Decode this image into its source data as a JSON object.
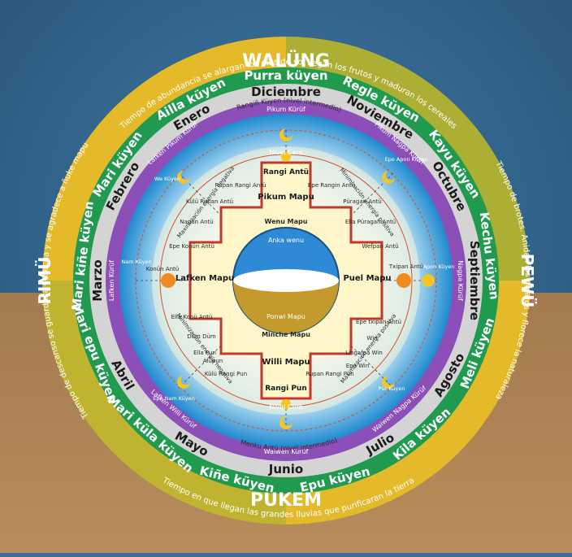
{
  "seasons": {
    "north": "WALÜNG",
    "east": "PEWÜ",
    "south": "PUKEM",
    "west": "RIMÜ"
  },
  "season_descriptions": {
    "north": "Tiempo de abundancia se alargan los días de sol llegan los frutos y maduran los cereales",
    "east": "Tiempo de brotes. Anidan los pájaros y florece la naturaleza",
    "south": "Tiempo en que llegan las grandes lluvias que purificaran la tierra",
    "west": "Tiempo de descanso se guarda la cosecha y se agradece a ñuke mapu"
  },
  "moons_kuyen": [
    {
      "label": "Purra küyen"
    },
    {
      "label": "Regle küyen"
    },
    {
      "label": "Kayu küyen"
    },
    {
      "label": "Kechu küyen"
    },
    {
      "label": "Meli küyen"
    },
    {
      "label": "Kila küyen"
    },
    {
      "label": "Epu küyen"
    },
    {
      "label": "Kiñe küyen"
    },
    {
      "label": "Mari küla küyen"
    },
    {
      "label": "Mari epu küyen"
    },
    {
      "label": "Mari kiñe küyen"
    },
    {
      "label": "Mari küyen"
    },
    {
      "label": "Ailla küyen"
    }
  ],
  "months": [
    {
      "label": "Diciembre"
    },
    {
      "label": "Noviembre"
    },
    {
      "label": "Octubre"
    },
    {
      "label": "Septiembre"
    },
    {
      "label": "Agosto"
    },
    {
      "label": "Julio"
    },
    {
      "label": "Junio"
    },
    {
      "label": "Mayo"
    },
    {
      "label": "Abril"
    },
    {
      "label": "Marzo"
    },
    {
      "label": "Febrero"
    },
    {
      "label": "Enero"
    }
  ],
  "kurufs": {
    "north": "Pikum Kürüf",
    "east": "Nagpa Kürüf",
    "south": "Waiwen Kürüf",
    "west": "Lafken Kürüf",
    "ne": "Pikum Nagpa Kürüf",
    "nw": "Lafken Pikum Kürüf",
    "se": "Waiwen Nagpa Kürüf",
    "sw": "Lafken Willi Kürüf"
  },
  "rangin": {
    "top": "Rangiñ Küyen (nivel intermedio)",
    "bottom": "Menku Antü (nivel intermedio)"
  },
  "nivel_cero": {
    "top": "Nivel Cero",
    "bottom": "Nivel Cero"
  },
  "gradient_labels": {
    "ul": "Maximización energía negativa",
    "ur": "Minimización energía positiva",
    "ll": "Minimización energía negativa",
    "lr": "Maximización energía positiva"
  },
  "antu": {
    "top": "Rangi Antü",
    "bottom": "Rangi Pun",
    "west": "Konün Antü",
    "east": "Txipan Antü",
    "rupan_rangi_antu": "Rupan Rangi Antü",
    "epe_rangin_antu": "Epe Rangin Antü",
    "kulu_rupan_antu": "Külü Rupan Antü",
    "puragan_antu": "Püragan Antü",
    "nagun_antu": "Nagün Antü",
    "ella_puragan_antu": "Ella Püragan Antü",
    "epe_konun_antu": "Epe Konün Antü",
    "wefpan_antu": "Wefpan Antü",
    "ella_konu_antu": "Ella Konü Antü",
    "epe_txipan_antu": "Epe txipan Antü",
    "dum_dum": "Düm Düm",
    "ella_pun": "Ella Pun",
    "win": "Win",
    "alupun": "Alüpun",
    "lingafpa_win": "Lingafpa Win",
    "kulu_rangi_pun": "Külü Rangi Pun",
    "epe_win": "Epe Win",
    "rupan_rangi_pun": "Rupan Rangi Pun"
  },
  "small_kuyen": {
    "we": "We Küyen",
    "epe_apon": "Epe Apon Küyen",
    "nam": "Nam Küyen",
    "apon": "Apon Küyen",
    "epe_nam": "Epe Nam Küyen",
    "pur": "Pür Küyen"
  },
  "mapu": {
    "north": "Pikum Mapu",
    "south": "Willi Mapu",
    "west": "Lafken Mapu",
    "east": "Puel Mapu",
    "wenu": "Wenu Mapu",
    "minche": "Minche Mapu",
    "anka_wenu": "Anka wenu",
    "ponwi": "Ponwi Mapu"
  },
  "colors": {
    "yellow": "#f0c419",
    "green": "#1f9a4e",
    "grey": "#c9c9c9",
    "purple": "#8c4fb8",
    "blue": "#1f8ad0",
    "cross_red": "#c0392b",
    "cross_fill": "#fff7c9"
  }
}
